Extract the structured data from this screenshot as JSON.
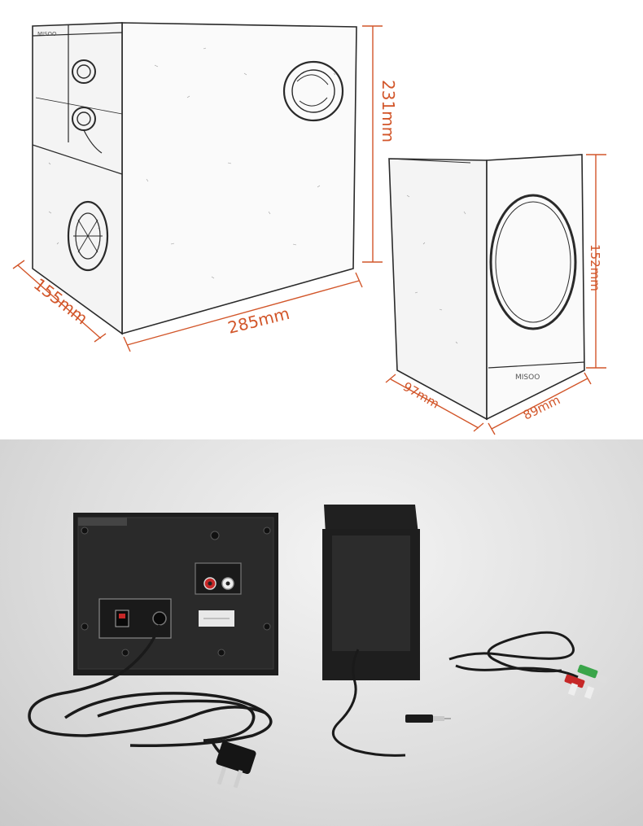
{
  "dimensions": {
    "subwoofer_height": "231mm",
    "subwoofer_depth": "155mm",
    "subwoofer_width": "285mm",
    "satellite_height": "152mm",
    "satellite_depth": "97mm",
    "satellite_width": "89mm"
  },
  "brand_logo": "MISOO",
  "colors": {
    "dimension_lines": "#d2562a",
    "sketch_lines": "#2a2a2a",
    "background_bottom": "#d9d9d9",
    "rca_red": "#c62828",
    "rca_green": "#3aa54a"
  },
  "icons": [
    "rca-input-jacks-icon",
    "power-switch-icon",
    "power-plug-icon",
    "rca-cable-icon"
  ]
}
